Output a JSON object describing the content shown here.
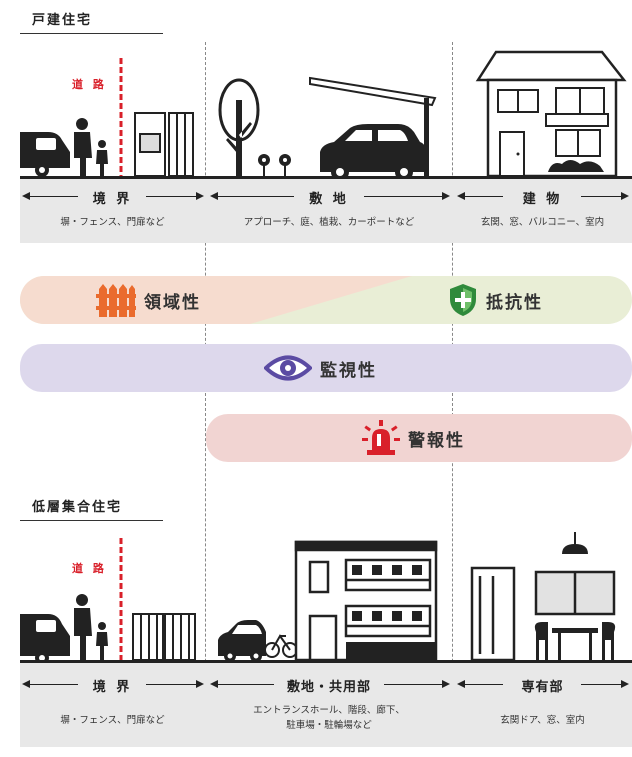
{
  "detached": {
    "title": "戸建住宅",
    "road_label": "道 路",
    "zones": [
      {
        "label": "境 界",
        "sub": "塀・フェンス、門扉など"
      },
      {
        "label": "敷 地",
        "sub": "アプローチ、庭、植栽、カーポートなど"
      },
      {
        "label": "建 物",
        "sub": "玄関、窓、バルコニー、室内"
      }
    ]
  },
  "properties": {
    "territory": "領域性",
    "resistance": "抵抗性",
    "surveillance": "監視性",
    "alarm": "警報性"
  },
  "lowrise": {
    "title": "低層集合住宅",
    "road_label": "道 路",
    "zones": [
      {
        "label": "境 界",
        "sub": "塀・フェンス、門扉など"
      },
      {
        "label": "敷地・共用部",
        "sub1": "エントランスホール、階段、廊下、",
        "sub2": "駐車場・駐輪場など"
      },
      {
        "label": "専有部",
        "sub": "玄関ドア、窓、室内"
      }
    ]
  },
  "colors": {
    "road": "#d9202a",
    "territory_fill": "#f6dccf",
    "resistance_fill": "#e9eed6",
    "surveillance_fill": "#ddd8ec",
    "alarm_fill": "#f1d4d2",
    "fence_icon": "#ea6b2d",
    "shield_icon": "#2f8a3b",
    "eye_icon": "#5b4ba3",
    "siren_icon": "#d9202a"
  }
}
